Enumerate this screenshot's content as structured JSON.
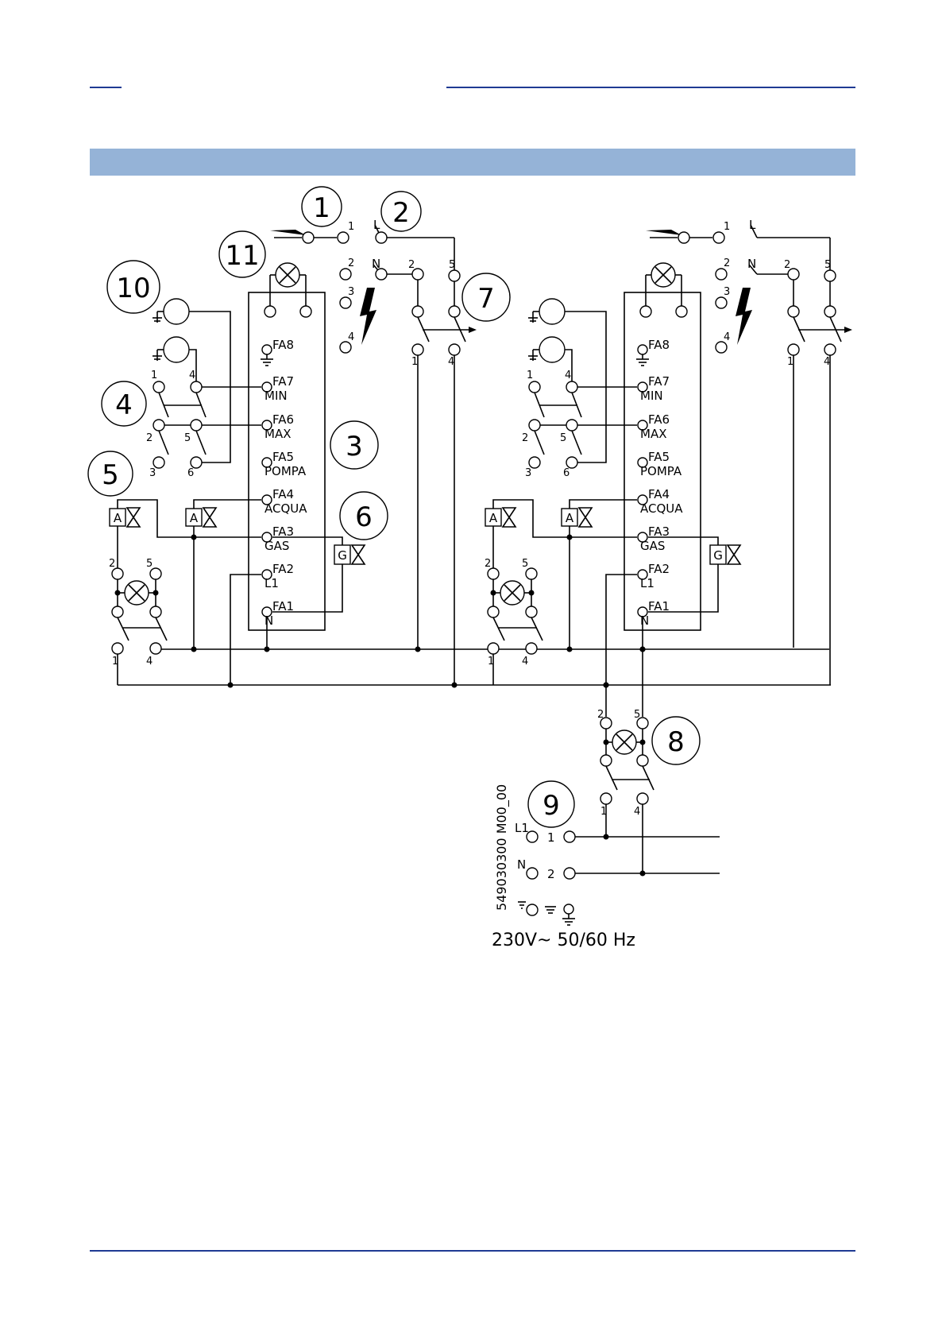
{
  "colors": {
    "rule": "#1f3a93",
    "band": "#95b3d7",
    "ink": "#000000"
  },
  "callouts": [
    "1",
    "2",
    "3",
    "4",
    "5",
    "6",
    "7",
    "8",
    "9",
    "10",
    "11"
  ],
  "board_terminals": [
    {
      "code": "FA8",
      "label": ""
    },
    {
      "code": "FA7",
      "label": "MIN"
    },
    {
      "code": "FA6",
      "label": "MAX"
    },
    {
      "code": "FA5",
      "label": "POMPA"
    },
    {
      "code": "FA4",
      "label": "ACQUA"
    },
    {
      "code": "FA3",
      "label": "GAS"
    },
    {
      "code": "FA2",
      "label": "L1"
    },
    {
      "code": "FA1",
      "label": "N"
    }
  ],
  "valve_letters": {
    "water": "A",
    "gas": "G"
  },
  "pin_numbers": [
    "1",
    "2",
    "3",
    "4",
    "5",
    "6"
  ],
  "line_labels": {
    "phase": "L",
    "neutral": "N",
    "phase1": "L1"
  },
  "terminal_block": {
    "t1": "1",
    "t2": "2"
  },
  "doc_code": "549030300 M00_00",
  "supply": "230V~ 50/60 Hz"
}
